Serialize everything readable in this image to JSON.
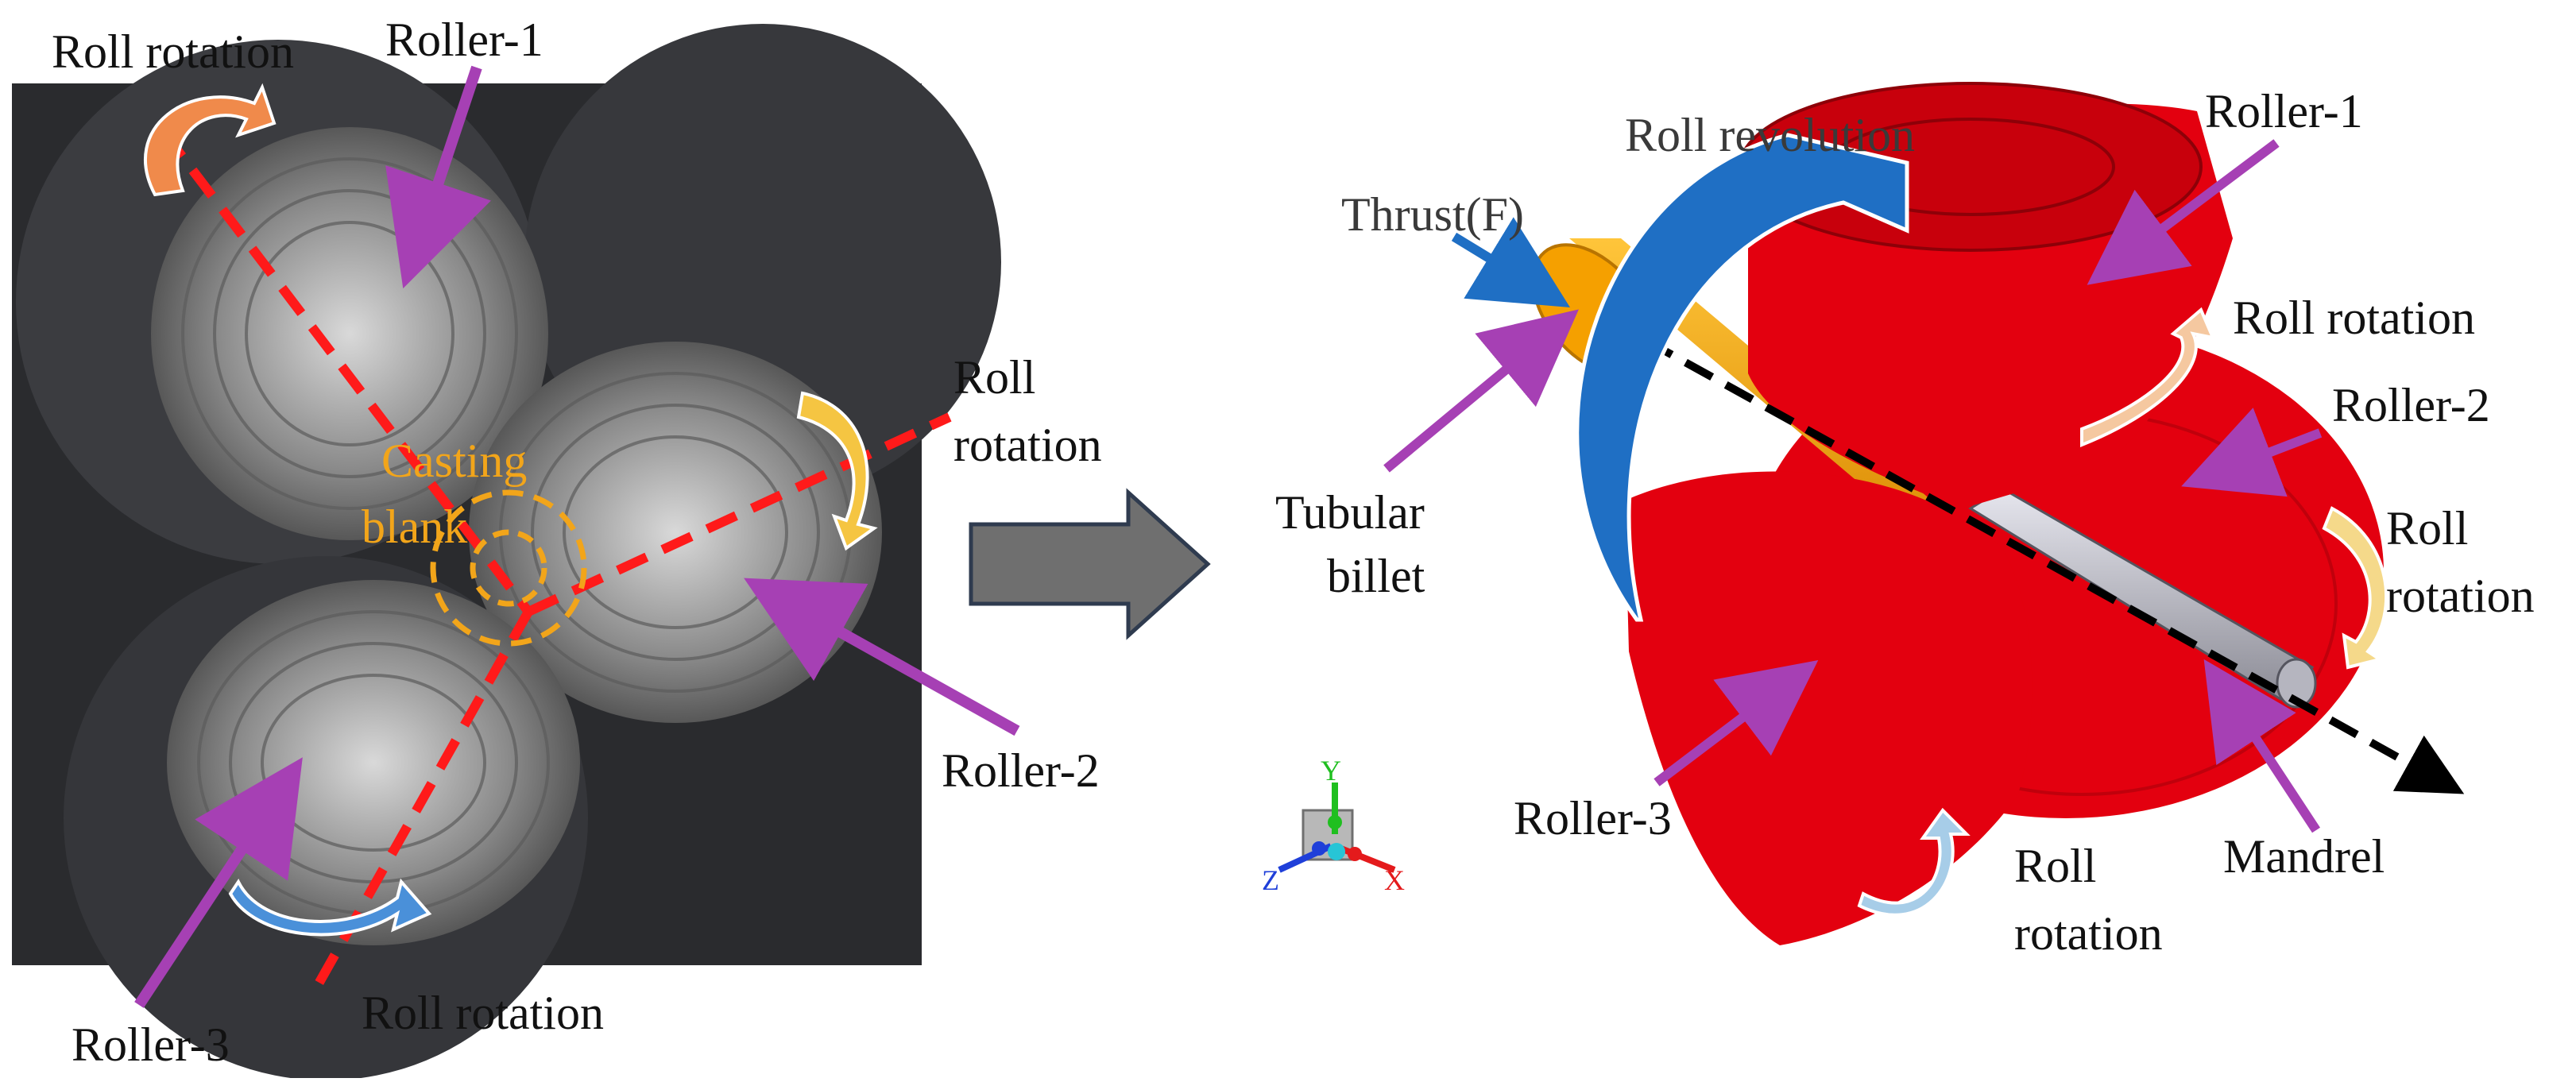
{
  "left_panel": {
    "roll_rotation_top": "Roll rotation",
    "roller_1": "Roller-1",
    "roll_rotation_right_line1": "Roll",
    "roll_rotation_right_line2": "rotation",
    "casting_blank_line1": "Casting",
    "casting_blank_line2": "blank",
    "roller_2": "Roller-2",
    "roller_3": "Roller-3",
    "roll_rotation_bottom": "Roll rotation"
  },
  "right_panel": {
    "roll_revolution": "Roll revolution",
    "roller_1": "Roller-1",
    "thrust": "Thrust(F)",
    "roll_rotation_1": "Roll rotation",
    "roller_2": "Roller-2",
    "tubular_billet_line1": "Tubular",
    "tubular_billet_line2": "billet",
    "roll_rotation_2_line1": "Roll",
    "roll_rotation_2_line2": "rotation",
    "roller_3": "Roller-3",
    "mandrel": "Mandrel",
    "roll_rotation_3_line1": "Roll",
    "roll_rotation_3_line2": "rotation",
    "axis_x": "X",
    "axis_y": "Y",
    "axis_z": "Z"
  },
  "colors": {
    "roller_red": "#e3000f",
    "billet_orange": "#f5a000",
    "arrow_purple": "#a640b4",
    "axis_red": "#e41a1c",
    "rotation_arrow_orange": "#f08a4b",
    "rotation_arrow_yellow": "#f5c542",
    "rotation_arrow_blue": "#4a90d9",
    "revolution_arrow_blue": "#1f6fc4",
    "process_arrow_grey": "#6f6f6f"
  }
}
